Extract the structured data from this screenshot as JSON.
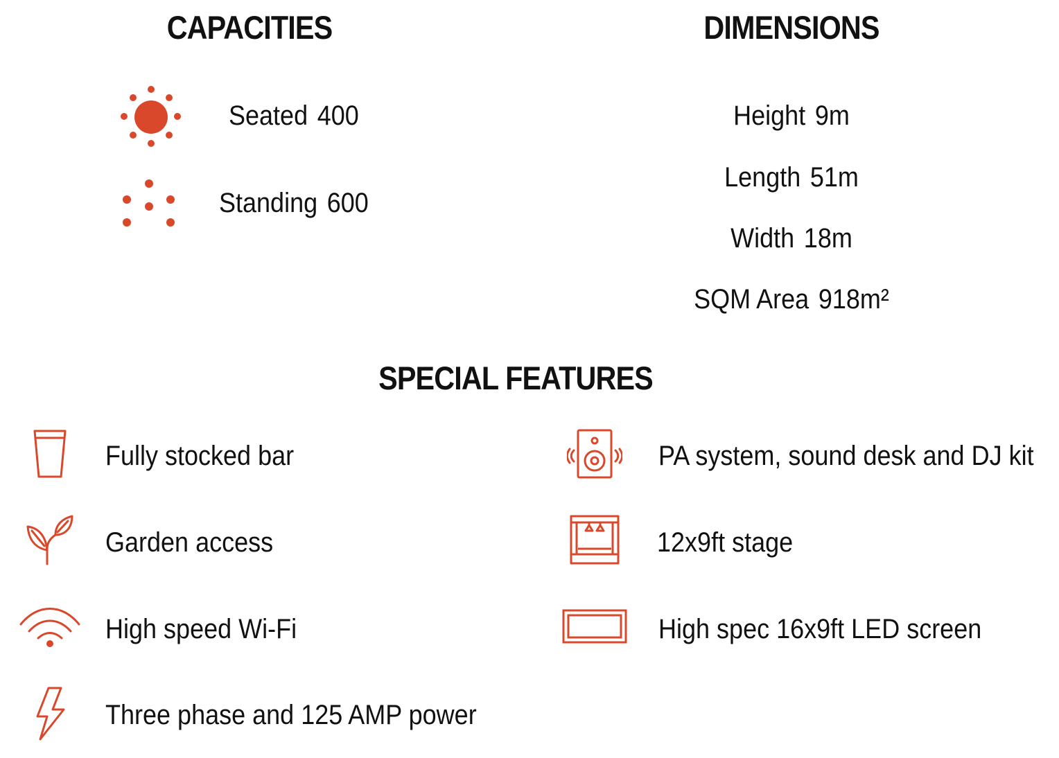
{
  "capacities": {
    "heading": "CAPACITIES",
    "items": [
      {
        "label": "Seated",
        "value": "400",
        "icon": "seated-icon"
      },
      {
        "label": "Standing",
        "value": "600",
        "icon": "standing-icon"
      }
    ]
  },
  "dimensions": {
    "heading": "DIMENSIONS",
    "items": [
      {
        "label": "Height",
        "value": "9m"
      },
      {
        "label": "Length",
        "value": "51m"
      },
      {
        "label": "Width",
        "value": "18m"
      },
      {
        "label": "SQM Area",
        "value": "918m²"
      }
    ]
  },
  "features": {
    "heading": "SPECIAL FEATURES",
    "left": [
      {
        "label": "Fully stocked bar",
        "icon": "cup-icon"
      },
      {
        "label": "Garden access",
        "icon": "plant-icon"
      },
      {
        "label": "High speed Wi-Fi",
        "icon": "wifi-icon"
      },
      {
        "label": "Three phase and 125 AMP power",
        "icon": "lightning-icon"
      }
    ],
    "right": [
      {
        "label": "PA system, sound desk and DJ kit",
        "icon": "speaker-icon"
      },
      {
        "label": "12x9ft stage",
        "icon": "stage-icon"
      },
      {
        "label": "High spec 16x9ft LED screen",
        "icon": "screen-icon"
      }
    ]
  },
  "colors": {
    "accent": "#d9482b",
    "text": "#111111"
  }
}
